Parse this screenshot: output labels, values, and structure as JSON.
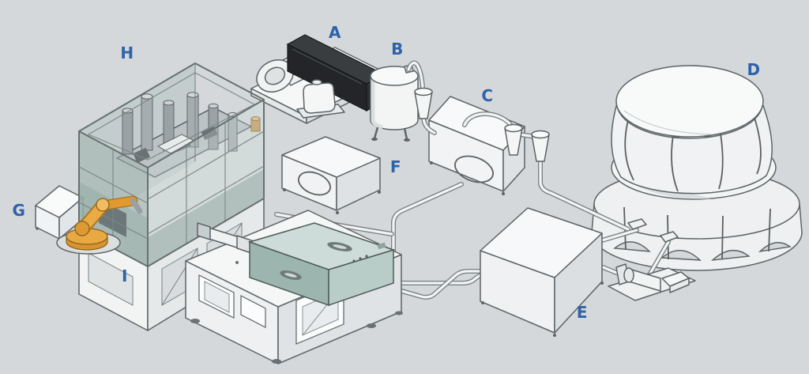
{
  "title": "machinery-system-diagram",
  "labels": [
    {
      "id": "A",
      "text": "A"
    },
    {
      "id": "B",
      "text": "B"
    },
    {
      "id": "C",
      "text": "C"
    },
    {
      "id": "D",
      "text": "D"
    },
    {
      "id": "E",
      "text": "E"
    },
    {
      "id": "F",
      "text": "F"
    },
    {
      "id": "G",
      "text": "G"
    },
    {
      "id": "H",
      "text": "H"
    },
    {
      "id": "I",
      "text": "I"
    }
  ],
  "colors": {
    "background": "#d5d8da",
    "label_text": "#2f62a8",
    "panel_teal": "#9cb2ab",
    "robot_orange": "#e8a63e",
    "dark_slab": "#232528"
  }
}
